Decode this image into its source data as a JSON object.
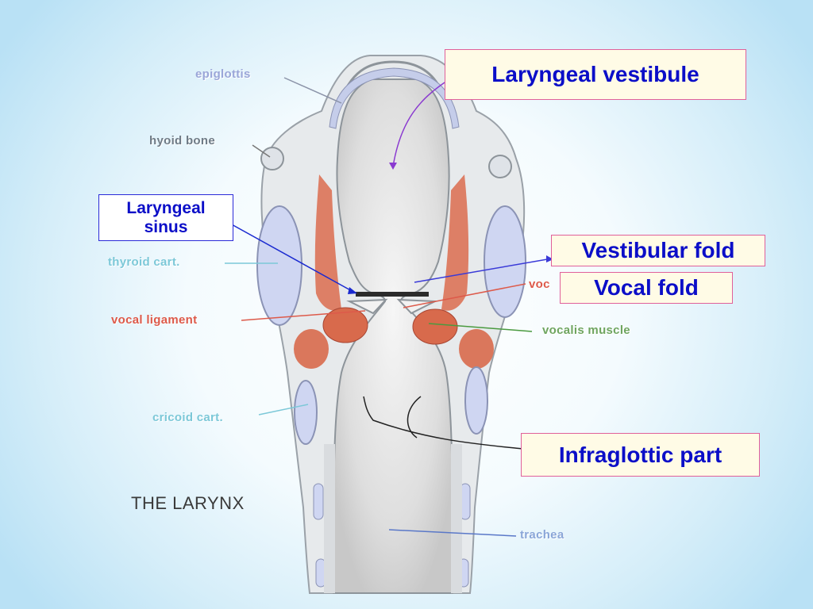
{
  "diagram": {
    "caption": "THE LARYNX",
    "small_labels": {
      "epiglottis": "epiglottis",
      "hyoid_bone": "hyoid bone",
      "thyroid_cart": "thyroid cart.",
      "vocal_ligament": "vocal ligament",
      "vocalis_muscle": "vocalis muscle",
      "cricoid_cart": "cricoid cart.",
      "trachea": "trachea",
      "voc_partial": "voc"
    },
    "callouts": {
      "laryngeal_vestibule": "Laryngeal vestibule",
      "laryngeal_sinus_line1": "Laryngeal",
      "laryngeal_sinus_line2": "sinus",
      "vestibular_fold": "Vestibular fold",
      "vocal_fold": "Vocal fold",
      "infraglottic_part": "Infraglottic part"
    }
  },
  "colors": {
    "callout_text": "#0b0ec8",
    "callout_border": "#e0609a",
    "tissue": "#e8ebee",
    "cartilage": "#ccd3f0",
    "muscle": "#d86a4c"
  }
}
